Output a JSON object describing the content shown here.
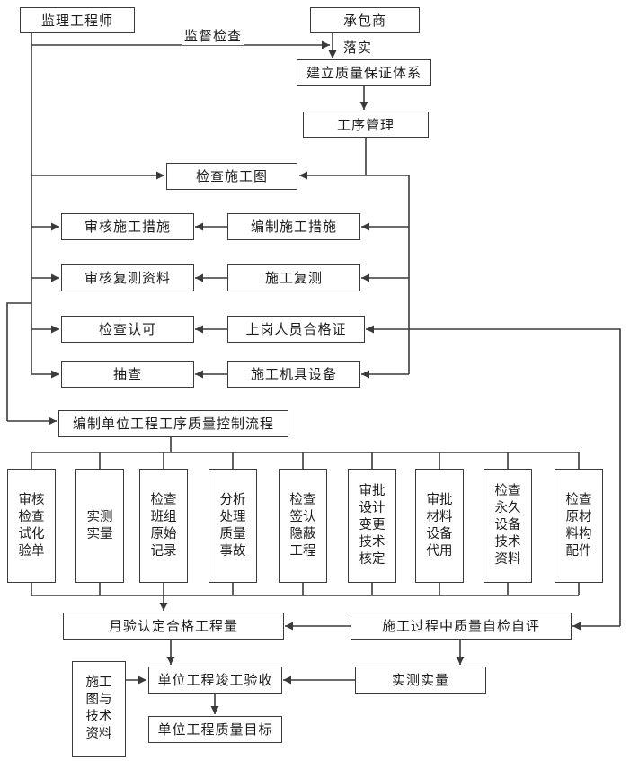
{
  "page": {
    "background": "#ffffff",
    "line_color": "#3a3a3a"
  },
  "labels": {
    "supervise_check": "监督检查",
    "implement": "落实"
  },
  "boxes": {
    "supervisor": "监理工程师",
    "contractor": "承包商",
    "qa_system": "建立质量保证体系",
    "process_mgmt": "工序管理",
    "check_drawings": "检查施工图",
    "review_measures": "审核施工措施",
    "prepare_measures": "编制施工措施",
    "review_resurvey": "审核复测资料",
    "resurvey": "施工复测",
    "inspect_approve": "检查认可",
    "personnel_cert": "上岗人员合格证",
    "spot_check": "抽查",
    "machinery": "施工机具设备",
    "control_flow": "编制单位工程工序质量控制流程",
    "monthly": "月验认定合格工程量",
    "self_check": "施工过程中质量自检自评",
    "drawings_data": "施工\n图与\n技术\n资料",
    "completion": "单位工程竣工验收",
    "measure2": "实测实量",
    "target": "单位工程质量目标"
  },
  "vertical_boxes": [
    "审核\n检查\n试化\n验单",
    "实测\n实量",
    "检查\n班组\n原始\n记录",
    "分析\n处理\n质量\n事故",
    "检查\n签认\n隐蔽\n工程",
    "审批\n设计\n变更\n技术\n核定",
    "审批\n材料\n设备\n代用",
    "检查\n永久\n设备\n技术\n资料",
    "检查\n原材\n料构\n配件"
  ]
}
